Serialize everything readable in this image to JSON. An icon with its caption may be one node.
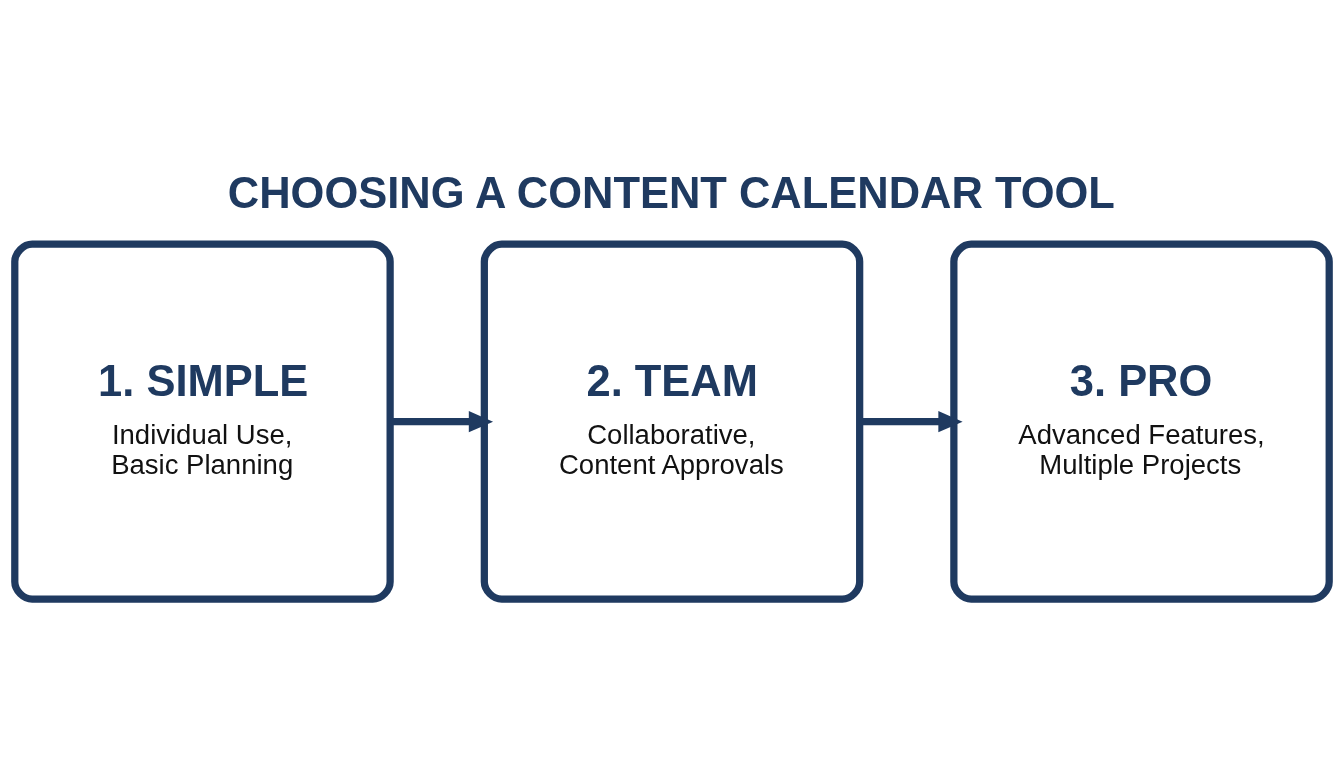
{
  "diagram": {
    "title": "CHOOSING A CONTENT CALENDAR TOOL",
    "nodes": [
      {
        "text": [
          "1. SIMPLE",
          "Individual Use, Basic Planning"
        ]
      },
      {
        "text": [
          "2. TEAM",
          "Collaborative, Content Approvals"
        ]
      },
      {
        "text": [
          "3. PRO",
          "Advanced Features, Multiple Projects"
        ]
      }
    ],
    "edges": [
      {
        "from": 0,
        "to": 1,
        "arrow": "to"
      },
      {
        "from": 1,
        "to": 2,
        "arrow": "to"
      }
    ]
  }
}
